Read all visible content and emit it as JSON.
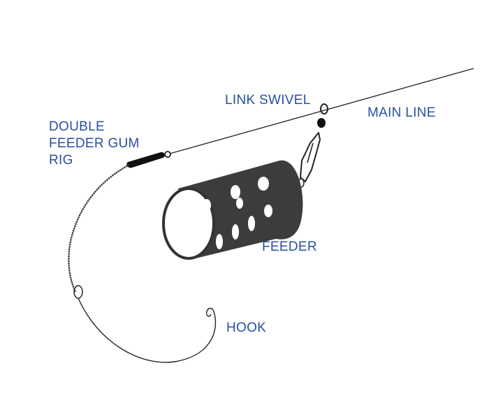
{
  "colors": {
    "label_text": "#2a4fa0",
    "line": "#222222",
    "feeder_body": "#3c3c3c",
    "background": "#ffffff"
  },
  "labels": {
    "double_feeder_gum_rig": [
      "DOUBLE",
      "FEEDER GUM",
      "RIG"
    ],
    "link_swivel": "LINK SWIVEL",
    "main_line": "MAIN LINE",
    "feeder": "FEEDER",
    "hook": "HOOK"
  }
}
